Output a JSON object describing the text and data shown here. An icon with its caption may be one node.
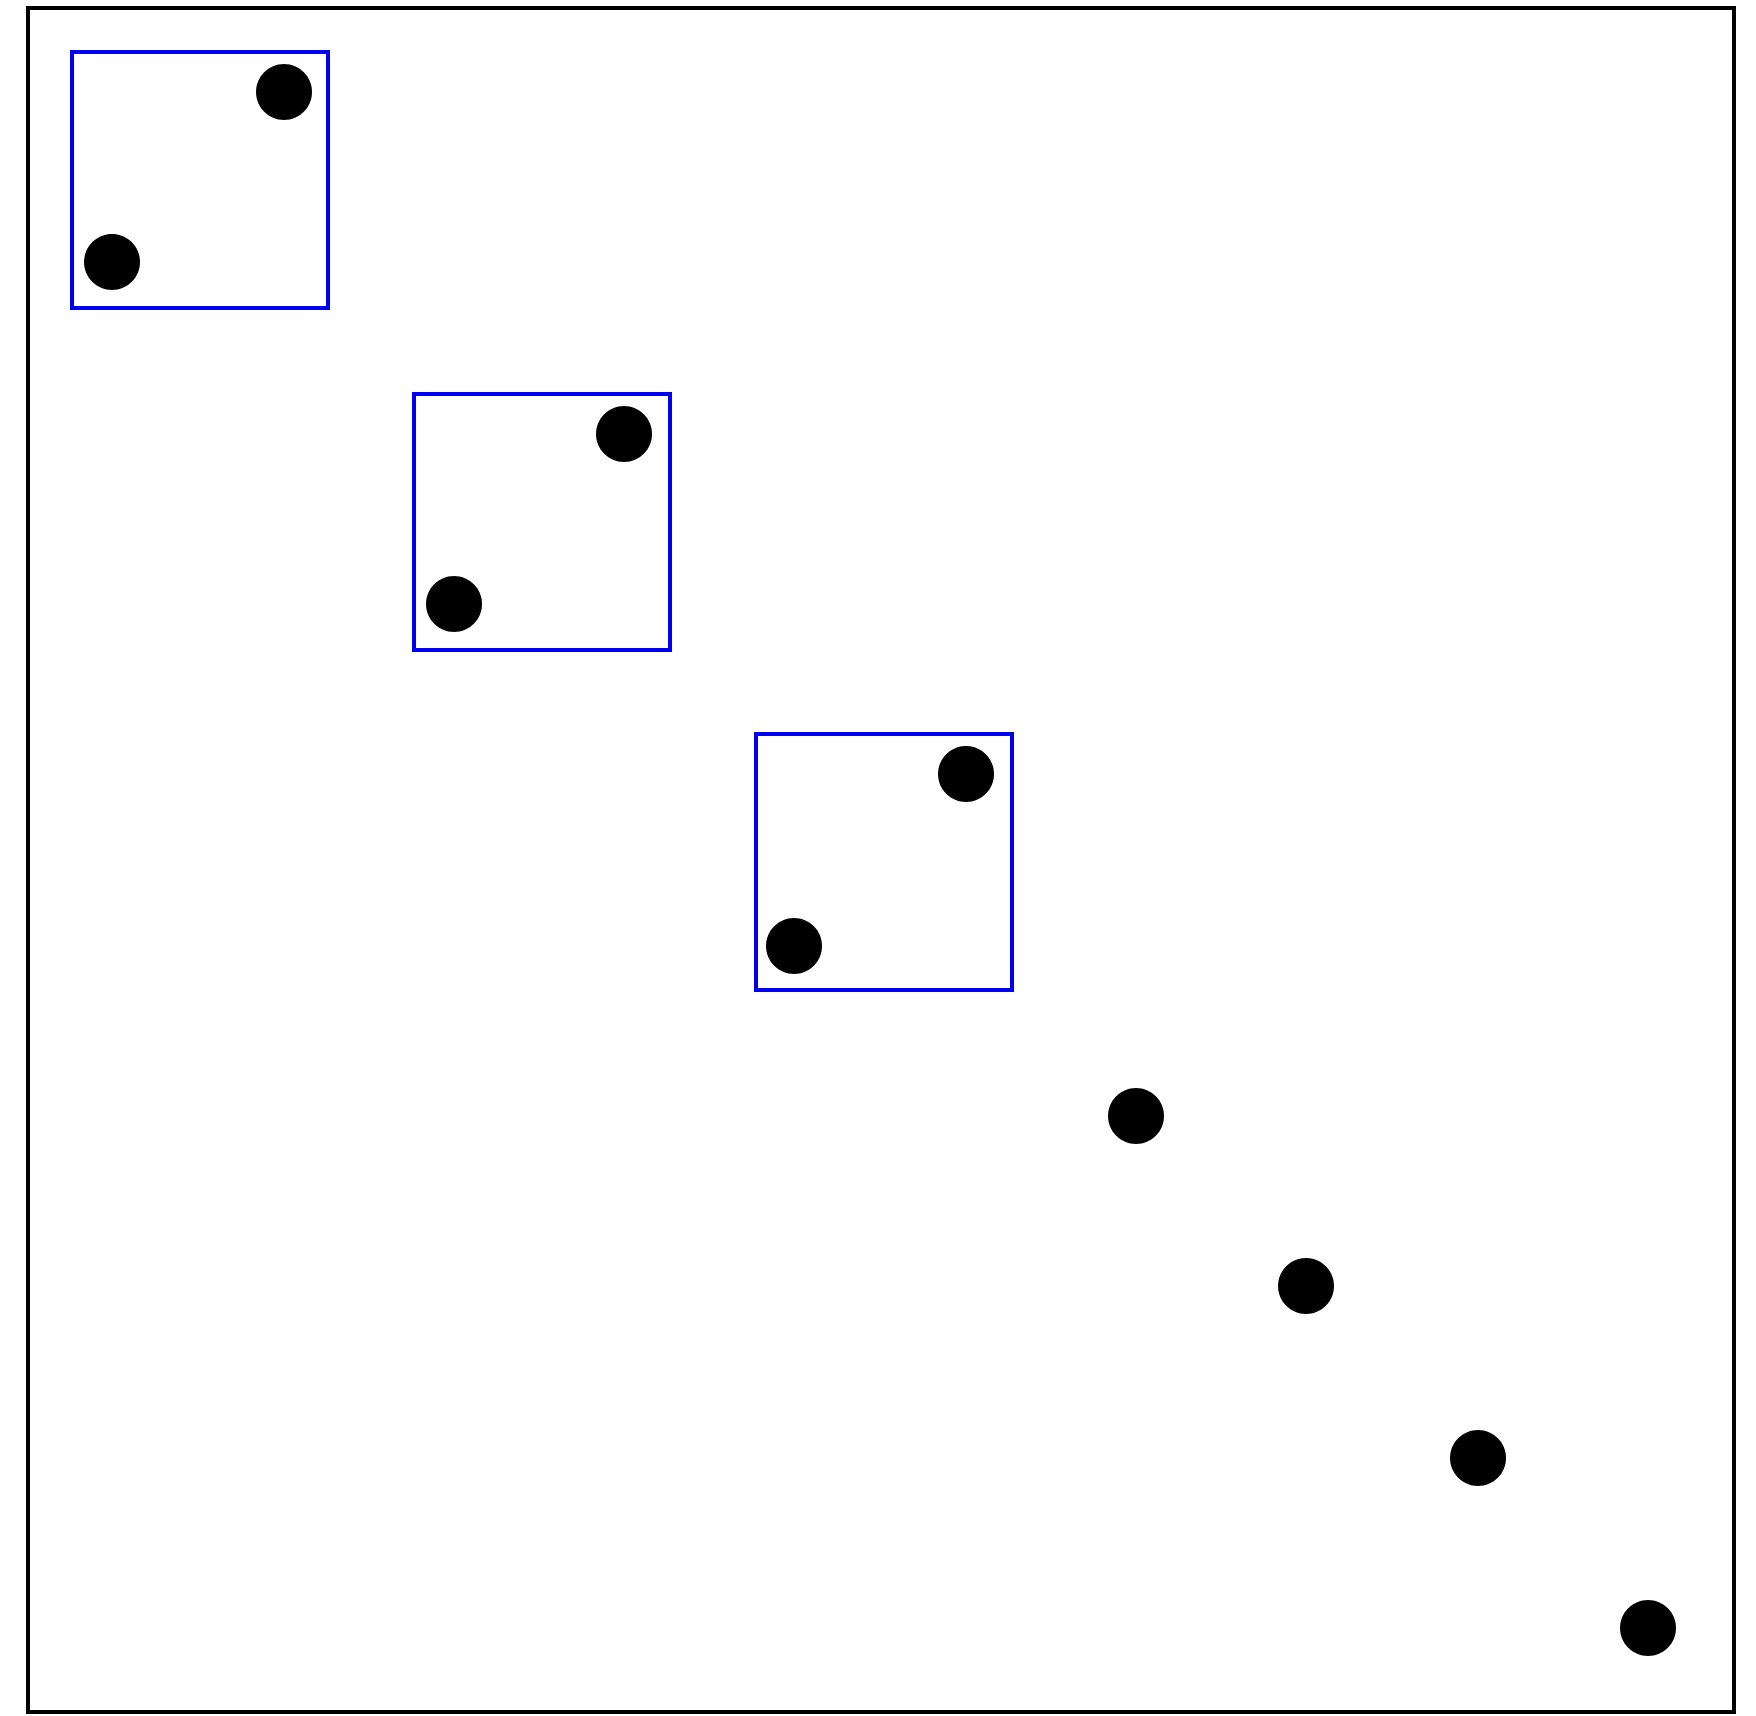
{
  "diagram": {
    "nodes": [
      {
        "text": [],
        "shape": "box"
      },
      {
        "text": [],
        "shape": "circle",
        "in": 0
      },
      {
        "text": [],
        "shape": "circle",
        "in": 0
      },
      {
        "text": [],
        "shape": "box"
      },
      {
        "text": [],
        "shape": "circle",
        "in": 3
      },
      {
        "text": [],
        "shape": "circle",
        "in": 3
      },
      {
        "text": [],
        "shape": "box"
      },
      {
        "text": [],
        "shape": "circle",
        "in": 6
      },
      {
        "text": [],
        "shape": "circle",
        "in": 6
      },
      {
        "text": [],
        "shape": "circle"
      },
      {
        "text": [],
        "shape": "circle"
      },
      {
        "text": [],
        "shape": "circle"
      },
      {
        "text": [],
        "shape": "circle"
      }
    ]
  }
}
